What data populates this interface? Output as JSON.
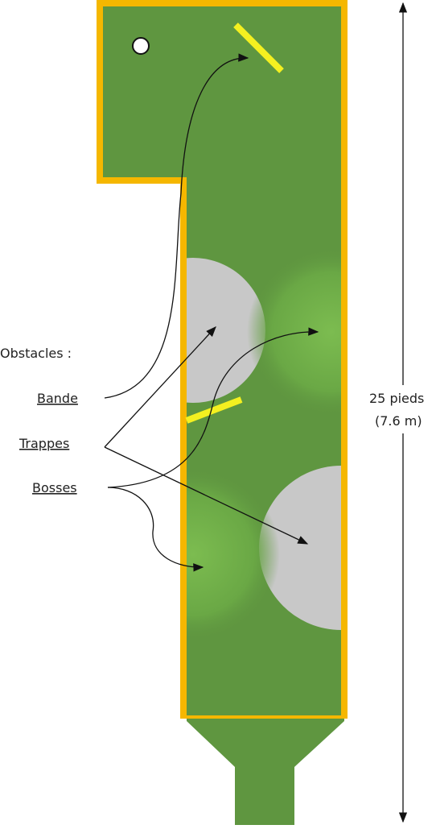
{
  "diagram": {
    "obstacles_heading": "Obstacles :",
    "labels": {
      "bande": "Bande",
      "trappes": "Trappes",
      "bosses": "Bosses"
    },
    "dimension": {
      "line1": "25 pieds",
      "line2": "(7.6 m)"
    }
  },
  "colors": {
    "turf": "#5f9640",
    "border": "#f5b700",
    "trap": "#c8c8c8",
    "bump": "#7ab84e",
    "deflector": "#f4f020",
    "ink": "#111111"
  }
}
